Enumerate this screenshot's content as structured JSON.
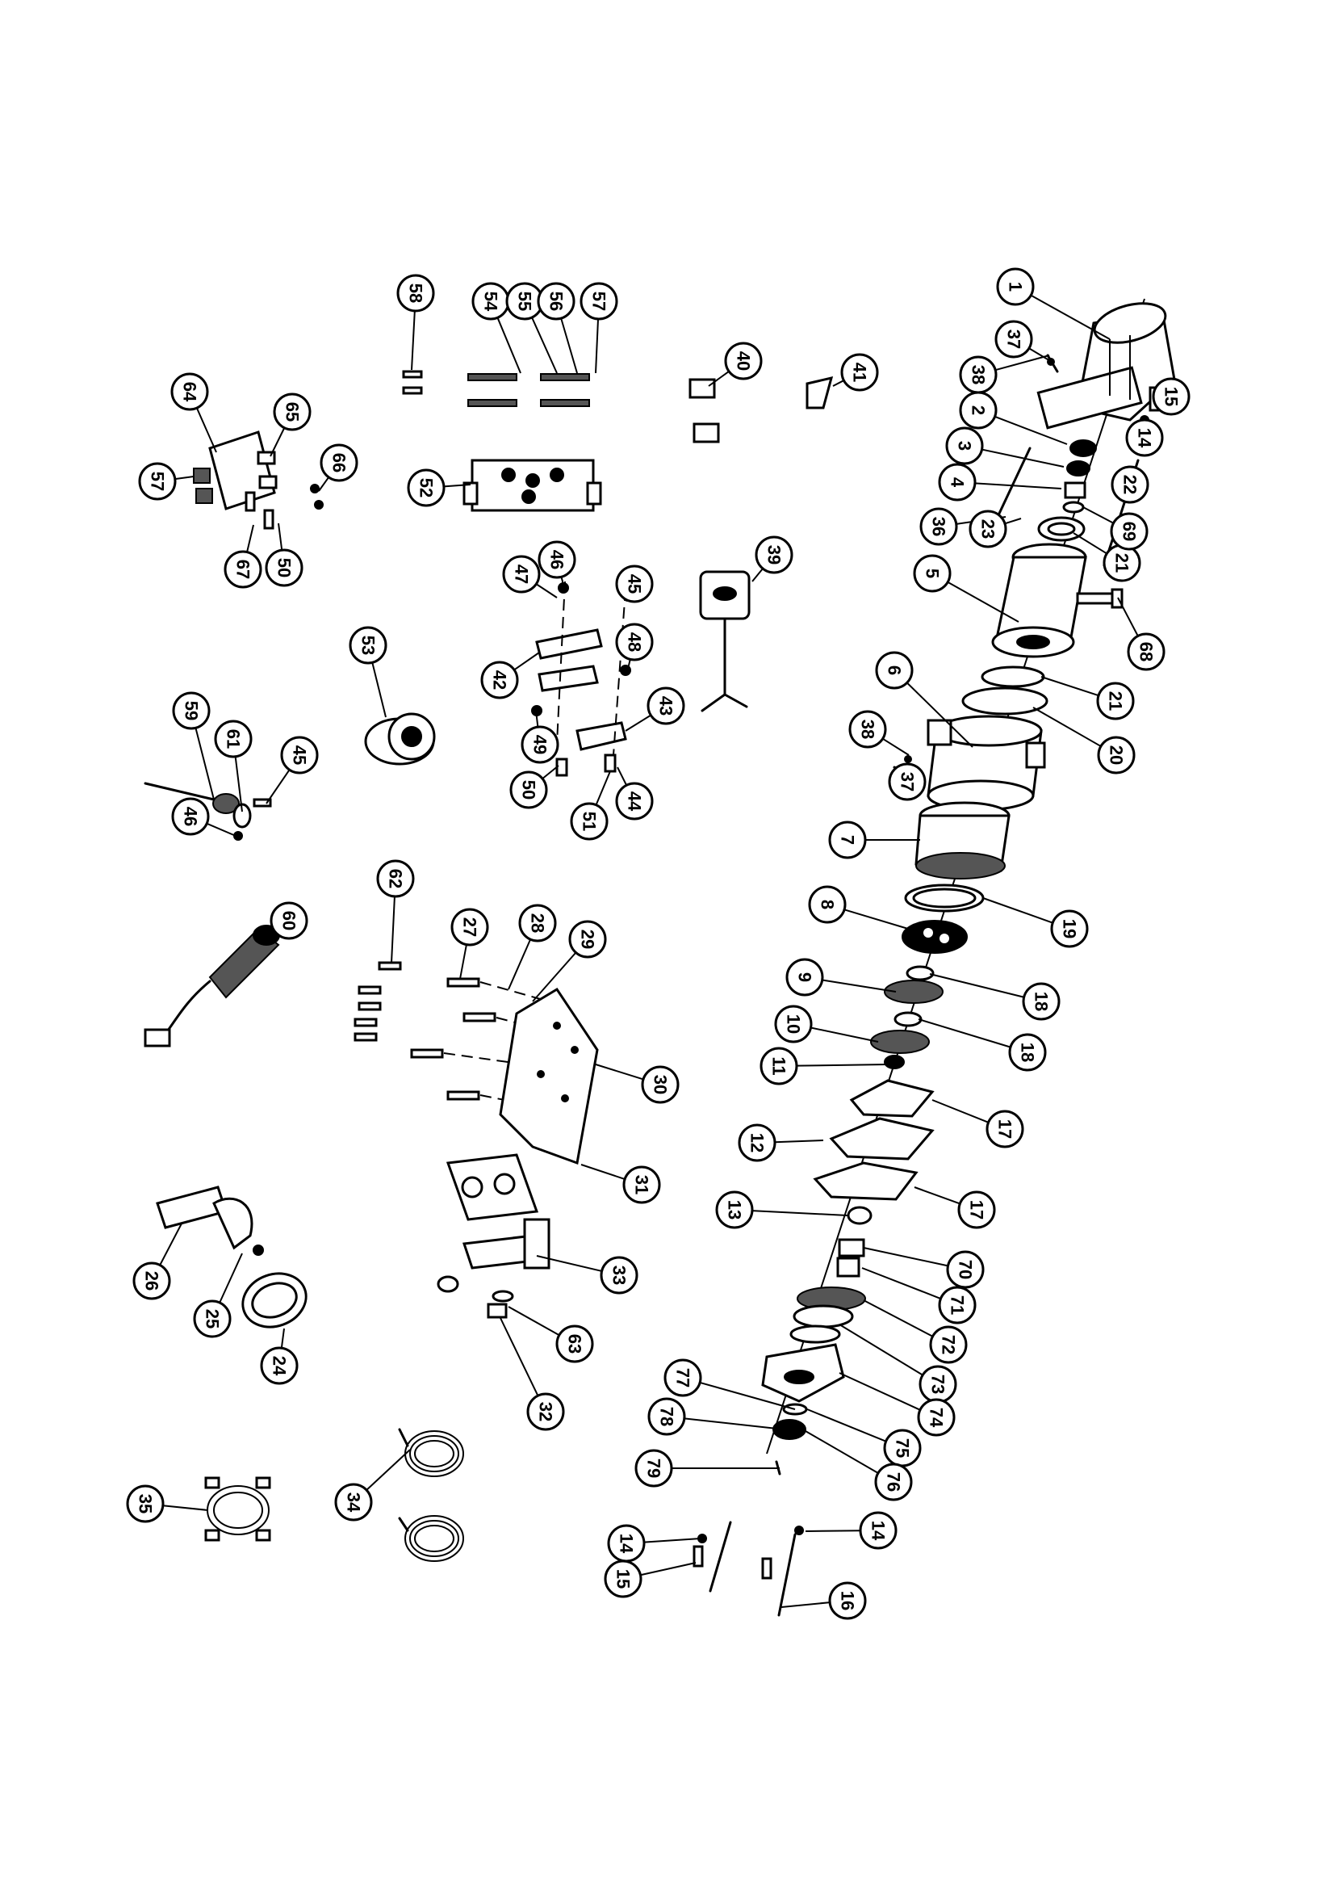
{
  "callouts": [
    {
      "label": "1"
    },
    {
      "label": "2"
    },
    {
      "label": "3"
    },
    {
      "label": "4"
    },
    {
      "label": "5"
    },
    {
      "label": "6"
    },
    {
      "label": "7"
    },
    {
      "label": "8"
    },
    {
      "label": "9"
    },
    {
      "label": "10"
    },
    {
      "label": "11"
    },
    {
      "label": "12"
    },
    {
      "label": "13"
    },
    {
      "label": "14"
    },
    {
      "label": "14"
    },
    {
      "label": "14"
    },
    {
      "label": "15"
    },
    {
      "label": "15"
    },
    {
      "label": "16"
    },
    {
      "label": "17"
    },
    {
      "label": "17"
    },
    {
      "label": "18"
    },
    {
      "label": "18"
    },
    {
      "label": "19"
    },
    {
      "label": "20"
    },
    {
      "label": "21"
    },
    {
      "label": "21"
    },
    {
      "label": "22"
    },
    {
      "label": "23"
    },
    {
      "label": "24"
    },
    {
      "label": "25"
    },
    {
      "label": "26"
    },
    {
      "label": "27"
    },
    {
      "label": "28"
    },
    {
      "label": "29"
    },
    {
      "label": "30"
    },
    {
      "label": "31"
    },
    {
      "label": "32"
    },
    {
      "label": "33"
    },
    {
      "label": "34"
    },
    {
      "label": "35"
    },
    {
      "label": "36"
    },
    {
      "label": "37"
    },
    {
      "label": "37"
    },
    {
      "label": "38"
    },
    {
      "label": "38"
    },
    {
      "label": "39"
    },
    {
      "label": "40"
    },
    {
      "label": "41"
    },
    {
      "label": "42"
    },
    {
      "label": "43"
    },
    {
      "label": "44"
    },
    {
      "label": "45"
    },
    {
      "label": "45"
    },
    {
      "label": "46"
    },
    {
      "label": "46"
    },
    {
      "label": "47"
    },
    {
      "label": "48"
    },
    {
      "label": "49"
    },
    {
      "label": "50"
    },
    {
      "label": "50"
    },
    {
      "label": "51"
    },
    {
      "label": "52"
    },
    {
      "label": "53"
    },
    {
      "label": "54"
    },
    {
      "label": "55"
    },
    {
      "label": "56"
    },
    {
      "label": "57"
    },
    {
      "label": "57"
    },
    {
      "label": "58"
    },
    {
      "label": "59"
    },
    {
      "label": "60"
    },
    {
      "label": "61"
    },
    {
      "label": "62"
    },
    {
      "label": "63"
    },
    {
      "label": "64"
    },
    {
      "label": "65"
    },
    {
      "label": "66"
    },
    {
      "label": "67"
    },
    {
      "label": "68"
    },
    {
      "label": "69"
    },
    {
      "label": "70"
    },
    {
      "label": "71"
    },
    {
      "label": "72"
    },
    {
      "label": "73"
    },
    {
      "label": "74"
    },
    {
      "label": "75"
    },
    {
      "label": "76"
    },
    {
      "label": "77"
    },
    {
      "label": "78"
    },
    {
      "label": "79"
    }
  ]
}
